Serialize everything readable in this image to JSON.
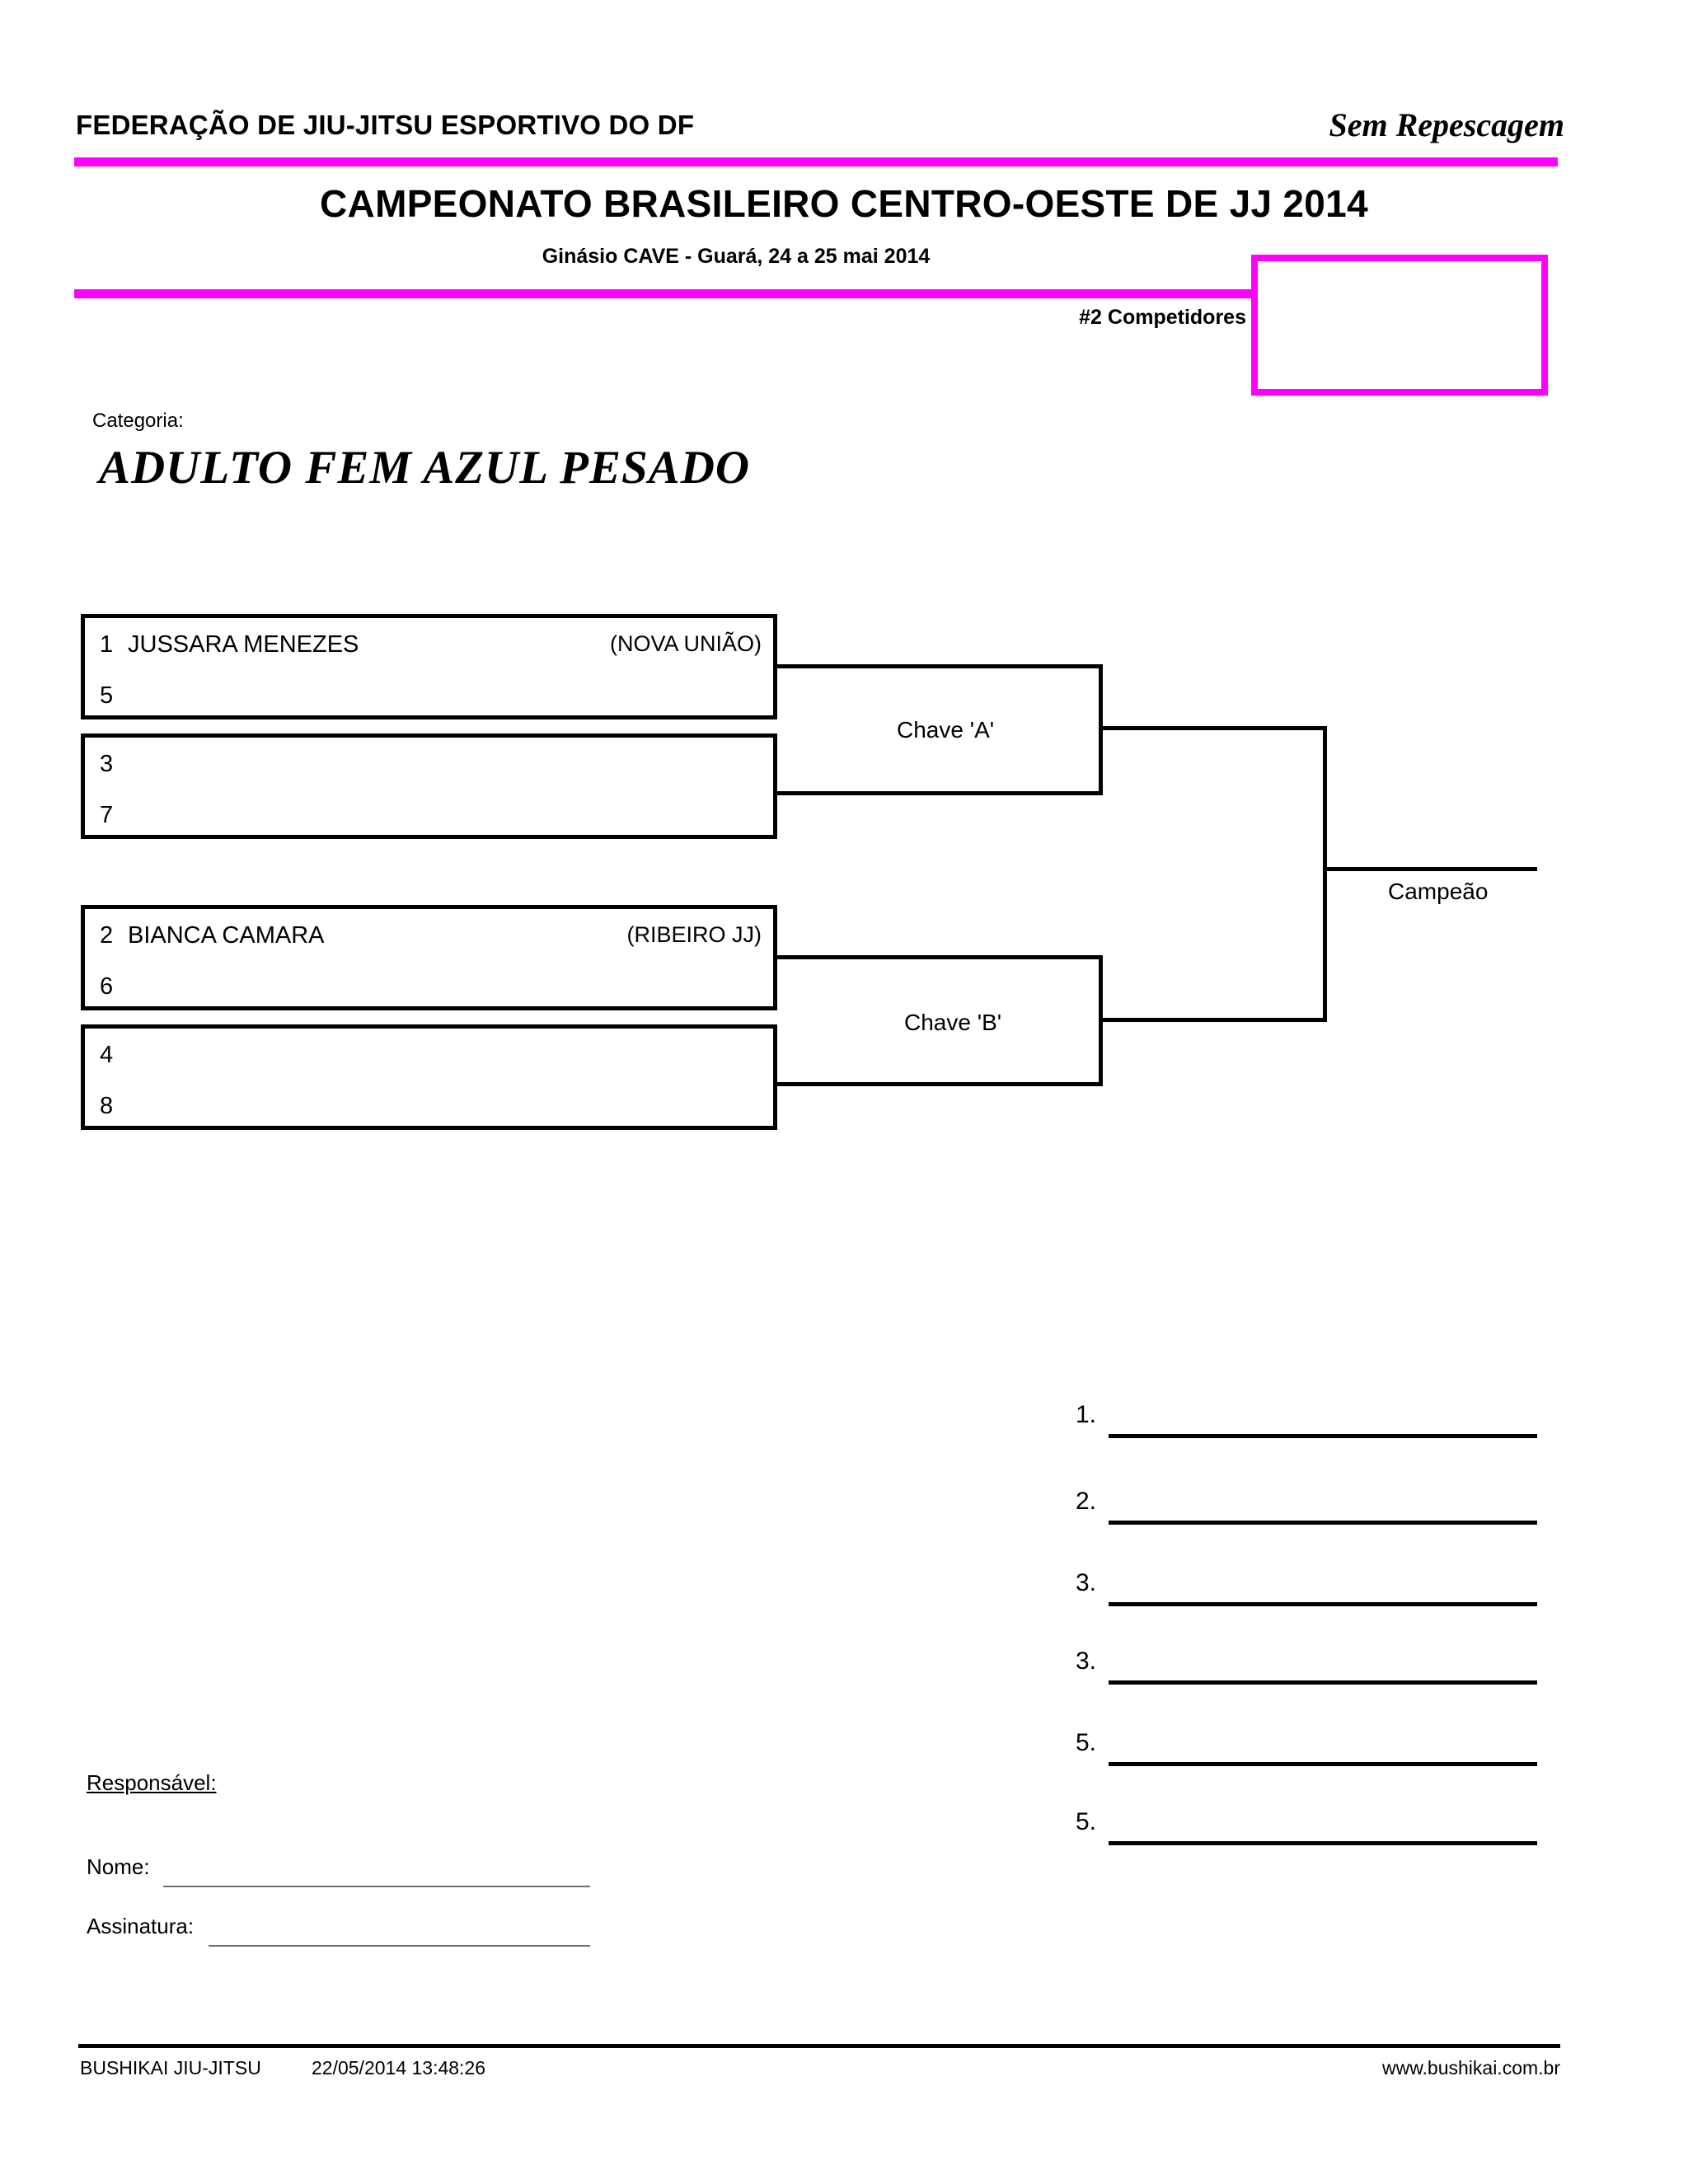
{
  "header": {
    "federation": "FEDERAÇÃO DE JIU-JITSU ESPORTIVO DO DF",
    "bracket_mode": "Sem Repescagem",
    "event_title": "CAMPEONATO BRASILEIRO CENTRO-OESTE DE JJ 2014",
    "event_subtitle": "Ginásio CAVE - Guará, 24 a 25 mai 2014",
    "competitors_label": "#2 Competidores",
    "accent_color": "#ff00ff"
  },
  "category": {
    "label": "Categoria:",
    "value": "ADULTO FEM AZUL PESADO"
  },
  "bracket": {
    "slots": [
      {
        "seed": "1",
        "name": "JUSSARA MENEZES",
        "team": "(NOVA UNIÃO)",
        "match_number": "5"
      },
      {
        "seed": "3",
        "name": "",
        "team": "",
        "match_number": "7"
      },
      {
        "seed": "2",
        "name": "BIANCA CAMARA",
        "team": "(RIBEIRO JJ)",
        "match_number": "6"
      },
      {
        "seed": "4",
        "name": "",
        "team": "",
        "match_number": "8"
      }
    ],
    "chave_a_label": "Chave 'A'",
    "chave_b_label": "Chave 'B'",
    "champion_label": "Campeão"
  },
  "results": {
    "places": [
      "1.",
      "2.",
      "3.",
      "3.",
      "5.",
      "5."
    ]
  },
  "responsavel": {
    "title": "Responsável:",
    "nome_label": "Nome:",
    "nome_value": "",
    "assinatura_label": "Assinatura:",
    "assinatura_value": ""
  },
  "footer": {
    "brand": "BUSHIKAI JIU-JITSU",
    "timestamp": "22/05/2014 13:48:26",
    "website": "www.bushikai.com.br"
  }
}
